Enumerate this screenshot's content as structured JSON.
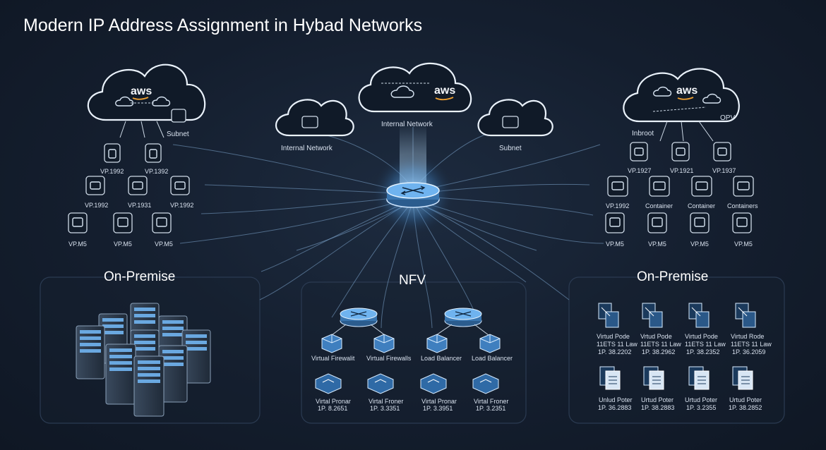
{
  "title": "Modern IP Address Assignment in Hybad Networks",
  "clouds": {
    "left": {
      "brand": "aws",
      "subnet_label": "Subnet"
    },
    "center_left": {
      "label": "Internal Network"
    },
    "center": {
      "brand": "aws",
      "label": "Internal Network"
    },
    "center_right": {
      "label": "Subnet"
    },
    "right": {
      "brand": "aws",
      "corner_label": "OPV",
      "left_label": "Inbroot"
    }
  },
  "left_cluster": {
    "row1": [
      "VP.1992",
      "VP.1392"
    ],
    "row2": [
      "VP.1992",
      "VP.1931",
      "VP.1992"
    ],
    "row3": [
      "VP.M5",
      "VP.M5",
      "VP.M5"
    ]
  },
  "right_cluster": {
    "row1": [
      "VP.1927",
      "VP.1921",
      "VP.1937"
    ],
    "row2": [
      "VP.1992",
      "Container",
      "Container",
      "Containers"
    ],
    "row3": [
      "VP.M5",
      "VP.M5",
      "VP.M5",
      "VP.M5"
    ]
  },
  "sections": {
    "left": {
      "label": "On-Premise"
    },
    "center": {
      "label": "NFV"
    },
    "right": {
      "label": "On-Premise"
    }
  },
  "nfv": {
    "row1": [
      "Virtual Firewalit",
      "Virtual Firewalls",
      "Load Balancer",
      "Load Balancer"
    ],
    "row2": [
      {
        "line1": "Virtal Pronar",
        "line2": "1P. 8.2651"
      },
      {
        "line1": "Virtal Froner",
        "line2": "1P. 3.3351"
      },
      {
        "line1": "Virtal Pronar",
        "line2": "1P. 3.3951"
      },
      {
        "line1": "Virtal Froner",
        "line2": "1P. 3.2351"
      }
    ]
  },
  "right_onprem": {
    "row1": [
      {
        "line1": "Virtud Pode",
        "line2": "11ETS 11 Law",
        "line3": "1P. 38.2202"
      },
      {
        "line1": "Vrtud Pode",
        "line2": "11ETS 11 Law",
        "line3": "1P. 38.2962"
      },
      {
        "line1": "Virtud Pode",
        "line2": "11ETS 11 Law",
        "line3": "1P. 38.2352"
      },
      {
        "line1": "Virtud Rode",
        "line2": "11ETS 11 Law",
        "line3": "1P. 36.2059"
      }
    ],
    "row2": [
      {
        "line1": "Unlud Poter",
        "line2": "1P. 36.2883"
      },
      {
        "line1": "Urtud Poter",
        "line2": "1P. 38.2883"
      },
      {
        "line1": "Urtud Poter",
        "line2": "1P. 3.2355"
      },
      {
        "line1": "Urtud Poter",
        "line2": "1P. 38.2852"
      }
    ]
  }
}
